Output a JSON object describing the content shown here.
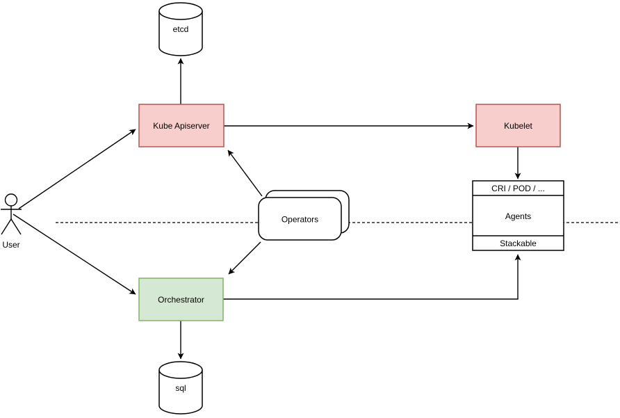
{
  "diagram": {
    "nodes": {
      "user": {
        "label": "User",
        "shape": "actor"
      },
      "etcd": {
        "label": "etcd",
        "shape": "cylinder"
      },
      "kube_apiserver": {
        "label": "Kube Apiserver",
        "shape": "rect",
        "fill": "pink"
      },
      "kubelet": {
        "label": "Kubelet",
        "shape": "rect",
        "fill": "pink"
      },
      "operators": {
        "label": "Operators",
        "shape": "stacked-rounded-rect"
      },
      "orchestrator": {
        "label": "Orchestrator",
        "shape": "rect",
        "fill": "green"
      },
      "sql": {
        "label": "sql",
        "shape": "cylinder"
      },
      "agents_stack": {
        "top_label": "CRI / POD / ...",
        "middle_label": "Agents",
        "bottom_label": "Stackable",
        "shape": "partitioned-rect"
      }
    },
    "edges": [
      {
        "from": "User",
        "to": "Kube Apiserver",
        "style": "arrow"
      },
      {
        "from": "User",
        "to": "Orchestrator",
        "style": "arrow"
      },
      {
        "from": "Kube Apiserver",
        "to": "etcd",
        "style": "arrow"
      },
      {
        "from": "Kube Apiserver",
        "to": "Kubelet",
        "style": "arrow"
      },
      {
        "from": "Operators",
        "to": "Kube Apiserver",
        "style": "arrow"
      },
      {
        "from": "Operators",
        "to": "Orchestrator",
        "style": "arrow"
      },
      {
        "from": "Kubelet",
        "to": "CRI / POD / ...",
        "style": "arrow"
      },
      {
        "from": "Orchestrator",
        "to": "Stackable",
        "style": "arrow"
      },
      {
        "from": "Orchestrator",
        "to": "sql",
        "style": "arrow"
      },
      {
        "type": "separator",
        "style": "dashed-horizontal-line"
      }
    ],
    "colors": {
      "pink_fill": "#f8cecc",
      "pink_stroke": "#b85450",
      "green_fill": "#d5e8d4",
      "green_stroke": "#82b366",
      "white_fill": "#ffffff",
      "line": "#000000",
      "background": "#ffffff"
    }
  }
}
